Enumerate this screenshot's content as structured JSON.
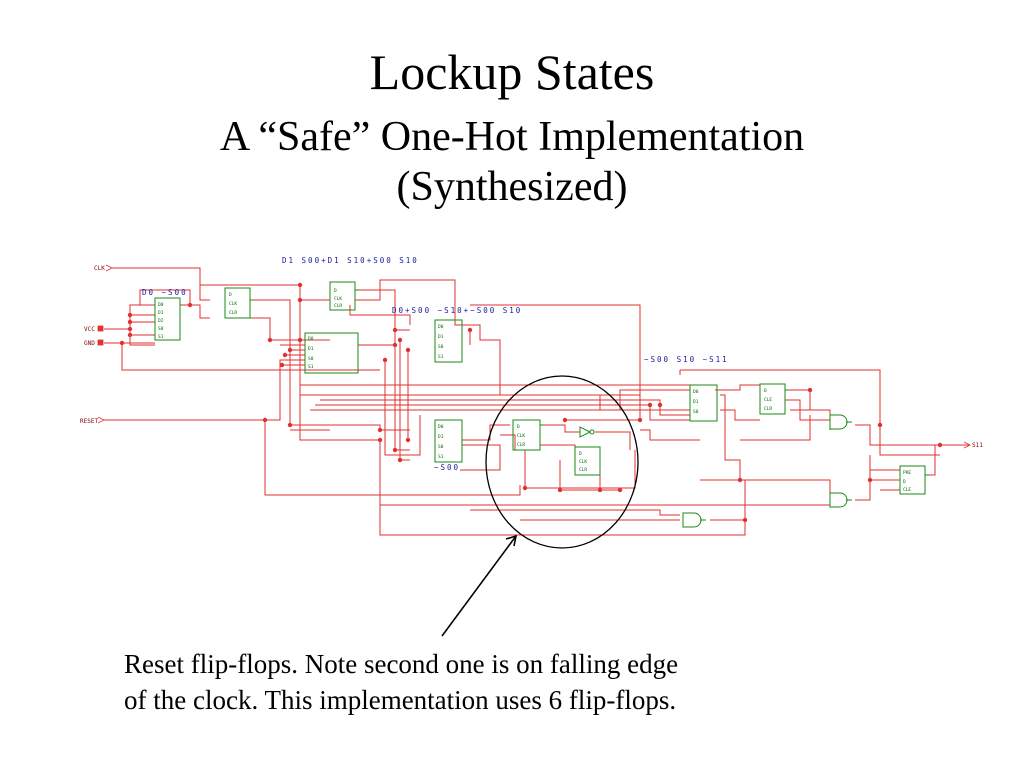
{
  "slide": {
    "title": "Lockup States",
    "subtitle_line1": "A “Safe” One-Hot Implementation",
    "subtitle_line2": "(Synthesized)",
    "caption_line1": "Reset flip-flops.  Note second one is on falling edge",
    "caption_line2": "of the clock.  This implementation uses 6 flip-flops."
  },
  "schematic": {
    "ports": {
      "clk": "CLK",
      "vcc": "VCC",
      "gnd": "GND",
      "reset": "RESET",
      "output": "S11"
    },
    "equations": {
      "d1": "D1  S00+D1  S10+S00  S10",
      "d0_s00": "D0  ~S00",
      "d0_s10": "D0+S00  ~S10+~S00  S10",
      "s00_s10_s11": "~S00  S10  ~S11",
      "s00": "~S00"
    },
    "colors": {
      "wire": "#e03030",
      "component": "#1a8a1a",
      "annotation": "#1a1aa0",
      "highlight": "#000000"
    }
  }
}
